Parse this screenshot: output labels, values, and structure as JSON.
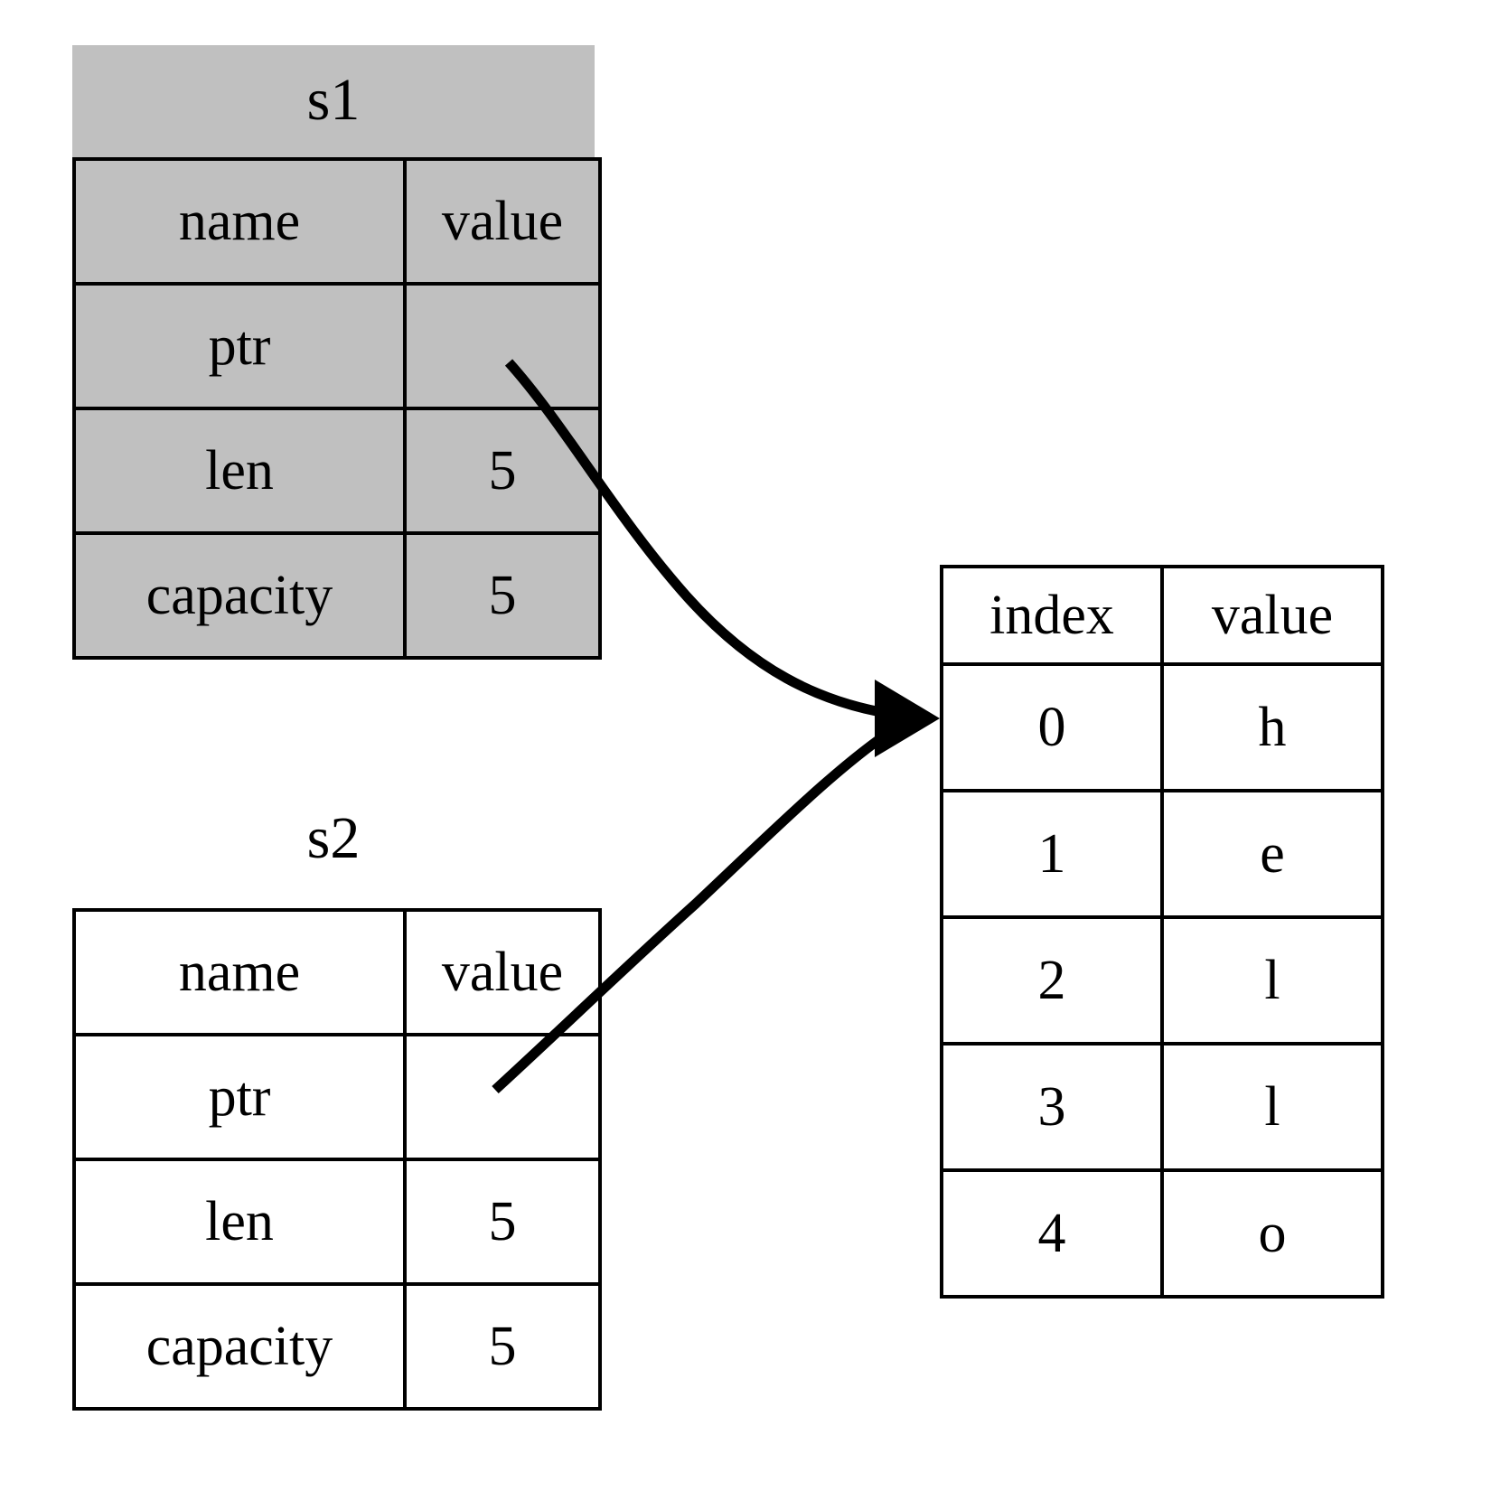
{
  "diagram": {
    "type": "memory-layout-diagram",
    "background_color": "#ffffff",
    "line_color": "#000000",
    "highlight_color": "#c0c0c0"
  },
  "s1": {
    "title": "s1",
    "highlighted": true,
    "headers": {
      "name": "name",
      "value": "value"
    },
    "rows": [
      {
        "name": "ptr",
        "value": ""
      },
      {
        "name": "len",
        "value": "5"
      },
      {
        "name": "capacity",
        "value": "5"
      }
    ]
  },
  "s2": {
    "title": "s2",
    "highlighted": false,
    "headers": {
      "name": "name",
      "value": "value"
    },
    "rows": [
      {
        "name": "ptr",
        "value": ""
      },
      {
        "name": "len",
        "value": "5"
      },
      {
        "name": "capacity",
        "value": "5"
      }
    ]
  },
  "heap": {
    "headers": {
      "index": "index",
      "value": "value"
    },
    "rows": [
      {
        "index": "0",
        "value": "h"
      },
      {
        "index": "1",
        "value": "e"
      },
      {
        "index": "2",
        "value": "l"
      },
      {
        "index": "3",
        "value": "l"
      },
      {
        "index": "4",
        "value": "o"
      }
    ]
  },
  "edges": [
    {
      "from": "s1.ptr",
      "to": "heap.0",
      "arrowhead": "filled-triangle"
    },
    {
      "from": "s2.ptr",
      "to": "heap.0",
      "arrowhead": "filled-triangle"
    }
  ]
}
